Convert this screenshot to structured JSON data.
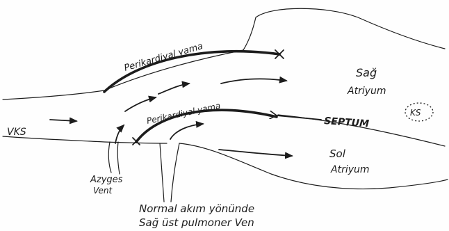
{
  "labels": {
    "vks": "VKS",
    "patch_upper": "Perikardiyal yama",
    "patch_lower": "Perikardiyal yama",
    "right_atrium_line1": "Sağ",
    "right_atrium_line2": "Atriyum",
    "left_atrium_line1": "Sol",
    "left_atrium_line2": "Atriyum",
    "septum": "SEPTUM",
    "ks": "KS",
    "azygos_line1": "Azyges",
    "azygos_line2": "Vent",
    "caption_line1": "Normal akım yönünde",
    "caption_line2": "Sağ üst pulmoner Ven"
  },
  "colors": {
    "ink": "#1c1c1c",
    "paper": "#fefefe"
  }
}
